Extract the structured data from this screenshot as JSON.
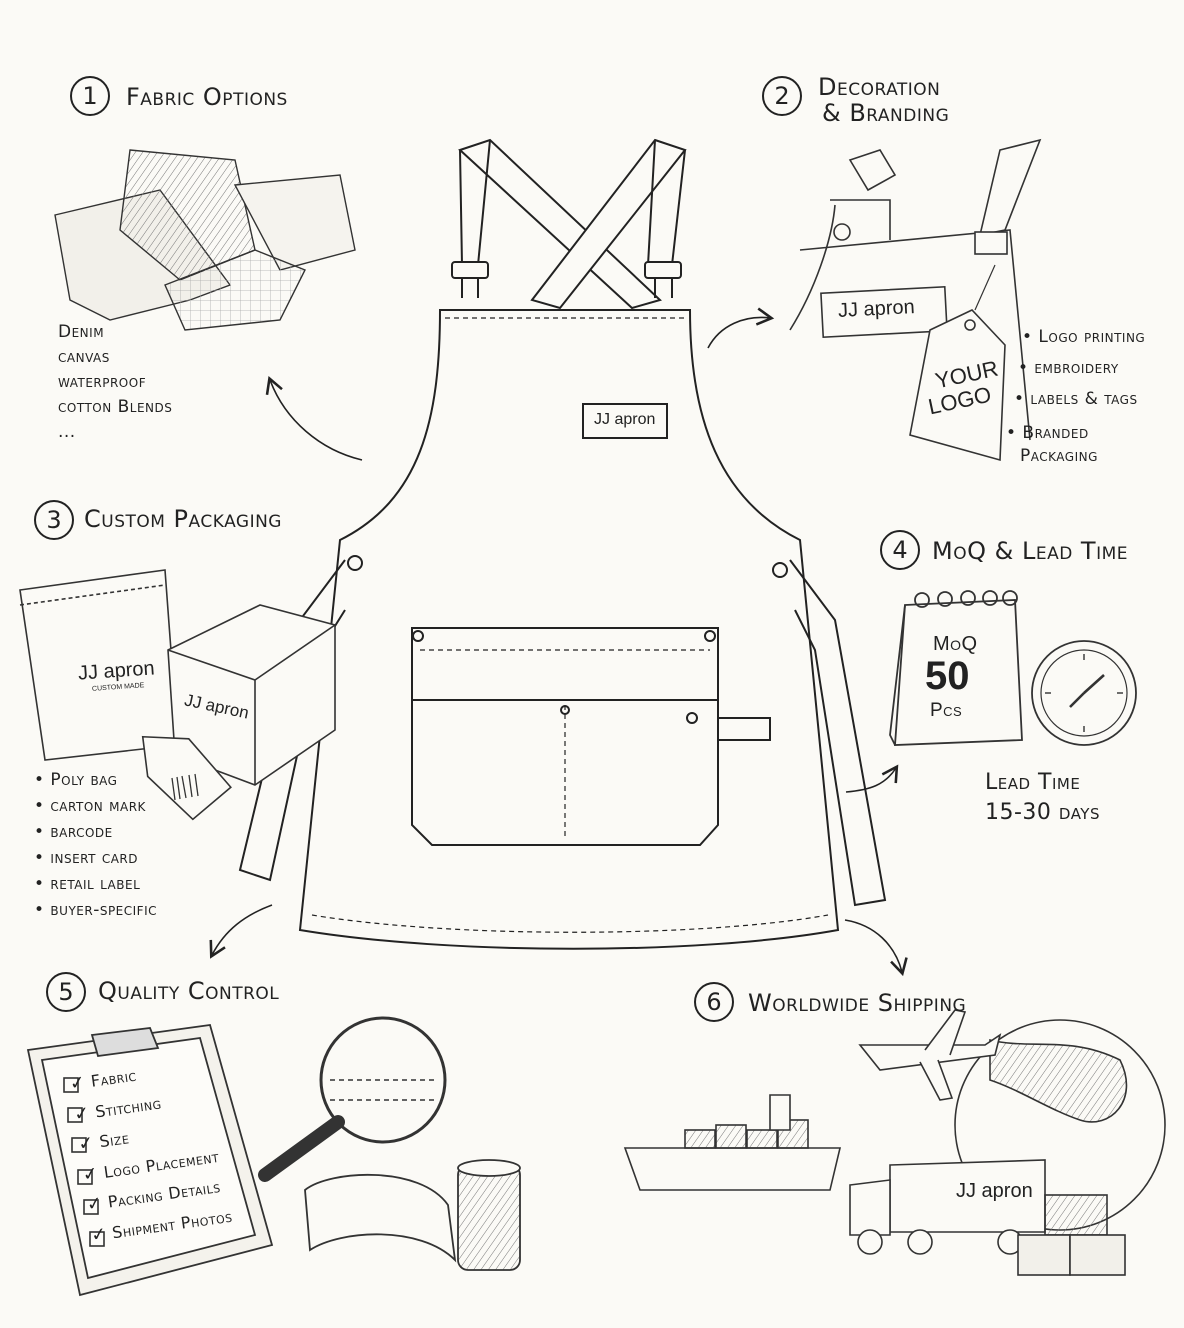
{
  "sections": {
    "fabric": {
      "num": "1",
      "title": "Fabric Options",
      "items": [
        "Denim",
        "canvas",
        "waterproof",
        "cotton Blends",
        "..."
      ]
    },
    "decoration": {
      "num": "2",
      "title_l1": "Decoration",
      "title_l2": "& Branding",
      "label_text": "JJ apron",
      "tag_l1": "YOUR",
      "tag_l2": "LOGO",
      "items": [
        "• Logo printing",
        "• embroidery",
        "• labels & tags",
        "• Branded",
        "Packaging"
      ]
    },
    "packaging": {
      "num": "3",
      "title": "Custom Packaging",
      "bag_brand": "JJ apron",
      "bag_sub": "CUSTOM MADE",
      "box_brand": "JJ apron",
      "items": [
        "• Poly bag",
        "• carton mark",
        "• barcode",
        "• insert card",
        "• retail label",
        "• buyer-specific"
      ]
    },
    "moq": {
      "num": "4",
      "title": "MoQ & Lead Time",
      "cal_label": "MoQ",
      "cal_value": "50",
      "cal_unit": "Pcs",
      "lead_l1": "Lead Time",
      "lead_l2": "15-30 days"
    },
    "qc": {
      "num": "5",
      "title": "Quality Control",
      "items": [
        "Fabric",
        "Stitching",
        "Size",
        "Logo Placement",
        "Packing Details",
        "Shipment Photos"
      ]
    },
    "shipping": {
      "num": "6",
      "title": "Worldwide Shipping",
      "truck_brand": "JJ apron"
    }
  },
  "apron": {
    "label": "JJ apron"
  }
}
